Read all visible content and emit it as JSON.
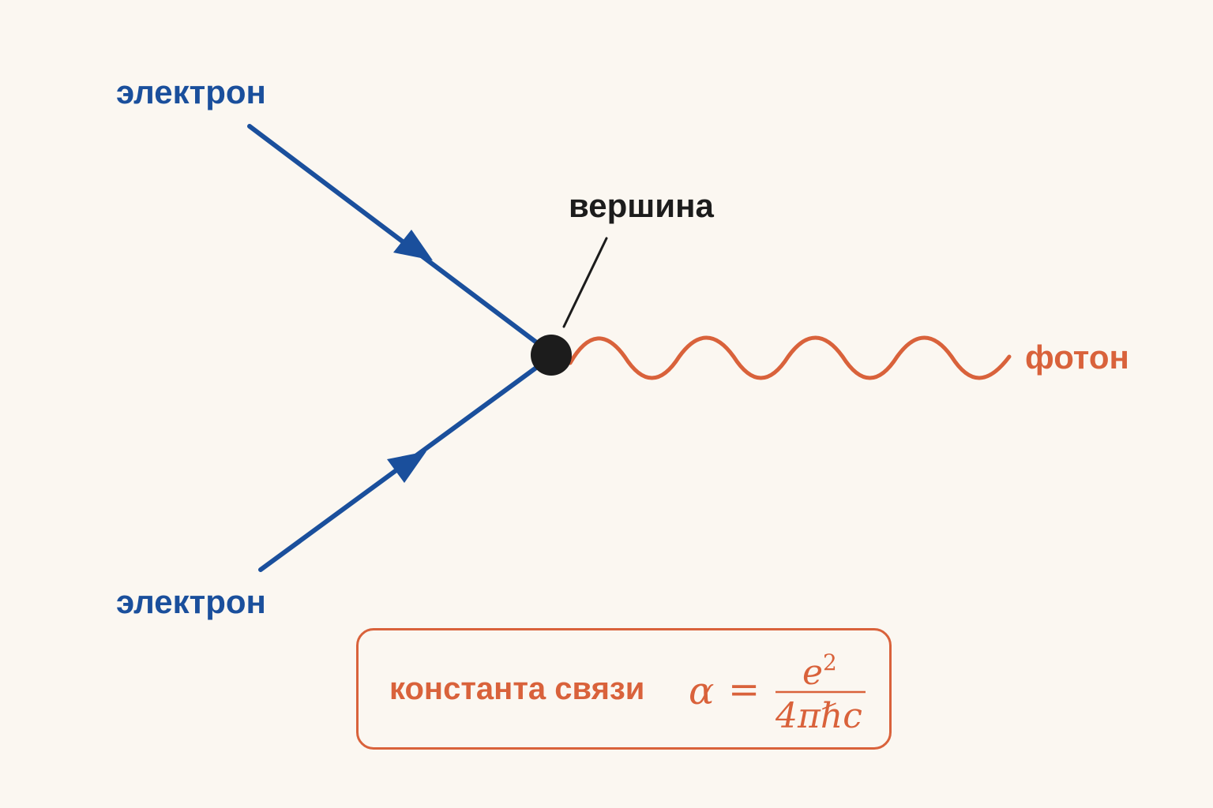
{
  "colors": {
    "background": "#fbf7f1",
    "electron": "#1a4f9c",
    "photon": "#d9623b",
    "vertex": "#1c1c1c",
    "leader": "#1c1c1c"
  },
  "labels": {
    "electron_top": "электрон",
    "electron_bottom": "электрон",
    "vertex": "вершина",
    "photon": "фотон"
  },
  "formula": {
    "text": "константа связи",
    "symbol": "α",
    "equals": "=",
    "numerator_base": "e",
    "numerator_exp": "2",
    "denominator": "4πℏc"
  }
}
